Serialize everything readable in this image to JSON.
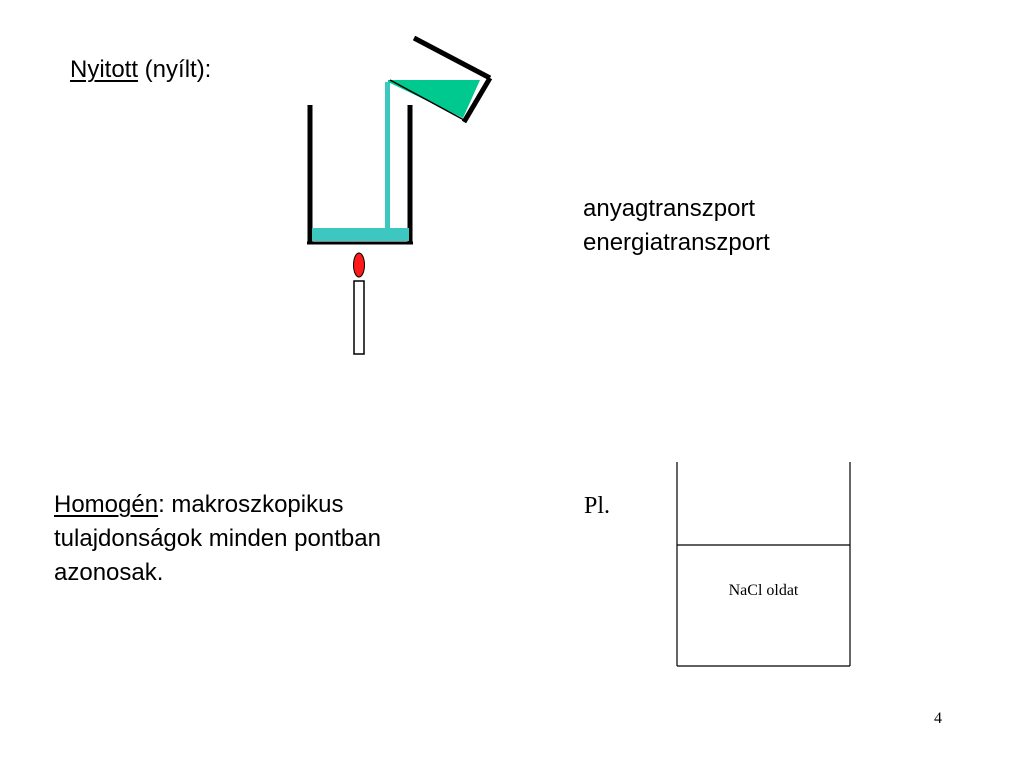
{
  "slide": {
    "open_term": "Nyitott",
    "open_rest": " (nyílt):",
    "transport_items": [
      "anyagtranszport",
      "energiatranszport"
    ],
    "homogen_term": "Homogén",
    "homogen_rest": ": makroszkopikus tulajdonságok minden pontban azonosak.",
    "example_label": "Pl.",
    "nacl_label": "NaCl oldat",
    "page_number": "4"
  },
  "colors": {
    "liquid": "#3cc7c0",
    "poured_liquid": "#00c98f",
    "flame": "#ff1a1a",
    "outline": "#000000"
  }
}
